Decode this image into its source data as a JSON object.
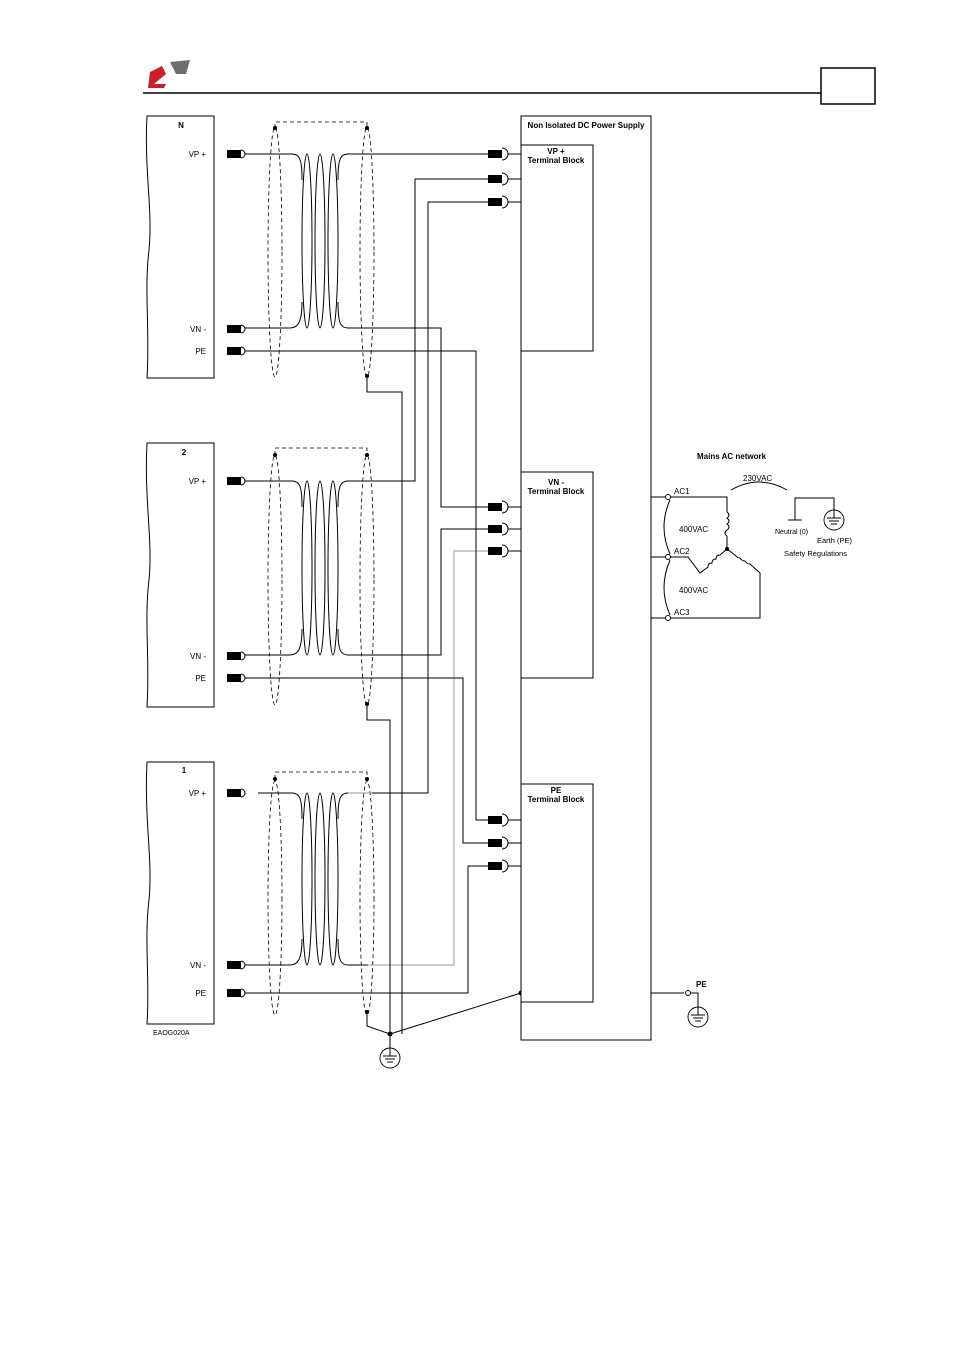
{
  "header": {
    "logo": "company-logo-icon",
    "page_box": ""
  },
  "drives": [
    {
      "title": "N",
      "vp_label": "VP +",
      "vn_label": "VN -",
      "pe_label": "PE"
    },
    {
      "title": "2",
      "vp_label": "VP +",
      "vn_label": "VN -",
      "pe_label": "PE"
    },
    {
      "title": "1",
      "vp_label": "VP +",
      "vn_label": "VN -",
      "pe_label": "PE"
    }
  ],
  "drawing_code": "EAOG020A",
  "power_supply": {
    "title": "Non Isolated DC Power Supply",
    "blocks": [
      {
        "line1": "VP +",
        "line2": "Terminal Block"
      },
      {
        "line1": "VN -",
        "line2": "Terminal Block"
      },
      {
        "line1": "PE",
        "line2": "Terminal Block"
      }
    ]
  },
  "mains": {
    "title": "Mains AC network",
    "ac1": "AC1",
    "ac2": "AC2",
    "ac3": "AC3",
    "v12": "400VAC",
    "v23": "400VAC",
    "v_neutral": "230VAC",
    "neutral": "Neutral (0)",
    "earth": "Earth (PE)",
    "safety": "Safety Regulations"
  },
  "pe_output": "PE",
  "colors": {
    "line": "#000000",
    "grey_wire": "#999999",
    "logo_red": "#cc1f2d",
    "logo_grey": "#6d6e70"
  }
}
